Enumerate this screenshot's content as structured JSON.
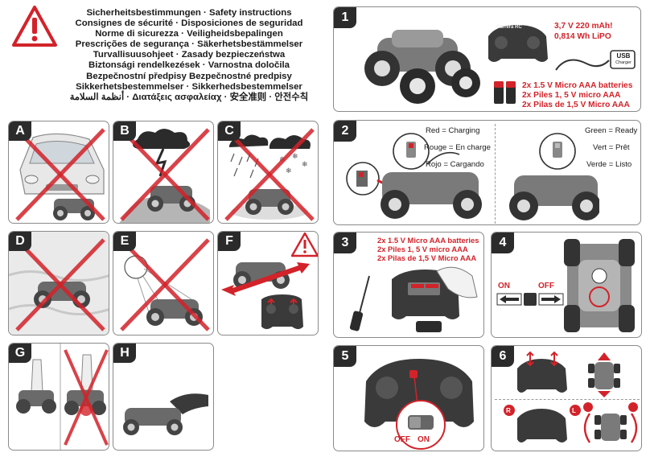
{
  "safety": {
    "lines": [
      "Sicherheitsbestimmungen · Safety instructions",
      "Consignes de sécurité · Disposiciones de seguridad",
      "Norme di sicurezza · Veiligheidsbepalingen",
      "Prescrições de segurança · Säkerhetsbestämmelser",
      "Turvallisuusohjeet · Zasady bezpieczeństwa",
      "Biztonsági rendelkezések · Varnostna določila",
      "Bezpečnostní předpisy Bezpečnostné predpisy",
      "Sikkerhetsbestemmelser · Sikkerhedsbestemmelser",
      "أنظمة السلامة · Διατάξεις ασφαλείαχ · 安全准则 · 안전수칙"
    ]
  },
  "panels_left": {
    "a": "A",
    "b": "B",
    "c": "C",
    "d": "D",
    "e": "E",
    "f": "F",
    "g": "G",
    "h": "H"
  },
  "panels_right": {
    "p1": "1",
    "p2": "2",
    "p3": "3",
    "p4": "4",
    "p5": "5",
    "p6": "6"
  },
  "step1": {
    "battery_spec_line1": "3,7 V 220 mAh!",
    "battery_spec_line2": "0,814 Wh LiPO",
    "usb_label": "USB",
    "usb_sub": "Charger",
    "aaa_lines": [
      "2x 1.5 V Micro AAA batteries",
      "2x Piles 1, 5 V micro AAA",
      "2x Pilas de 1,5 V Micro AAA"
    ],
    "remote_brand": "Carrera RC"
  },
  "step2": {
    "charging": [
      "Red = Charging",
      "Rouge = En charge",
      "Rojo = Cargando"
    ],
    "ready": [
      "Green = Ready",
      "Vert = Prêt",
      "Verde = Listo"
    ]
  },
  "step3": {
    "aaa_lines": [
      "2x 1.5 V Micro AAA batteries",
      "2x Piles 1, 5 V micro AAA",
      "2x Pilas de 1,5 V Micro AAA"
    ]
  },
  "step4": {
    "on": "ON",
    "off": "OFF"
  },
  "step5": {
    "off": "OFF",
    "on": "ON"
  },
  "step6": {
    "r": "R",
    "l": "L"
  },
  "colors": {
    "accent_red": "#d2232a",
    "dark": "#2b2b2b"
  }
}
